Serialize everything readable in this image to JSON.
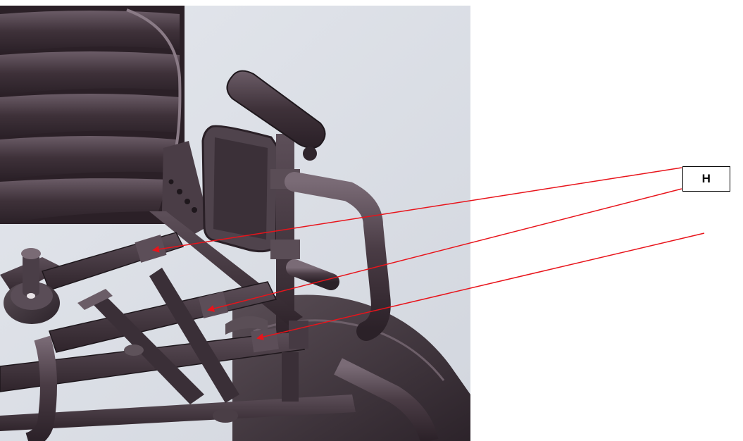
{
  "callout": {
    "label": "H"
  },
  "colors": {
    "leader_line": "#e8141b",
    "frame_dark": "#3a2d35",
    "frame_mid": "#4d3f48",
    "frame_light": "#6a5c66",
    "backdrop": "#dde1e8"
  },
  "illustration": {
    "subject": "wheelchair-frame-cad-render",
    "indicated_parts": [
      "crossbar-upper",
      "crossbar-middle",
      "crossbar-lower"
    ]
  }
}
